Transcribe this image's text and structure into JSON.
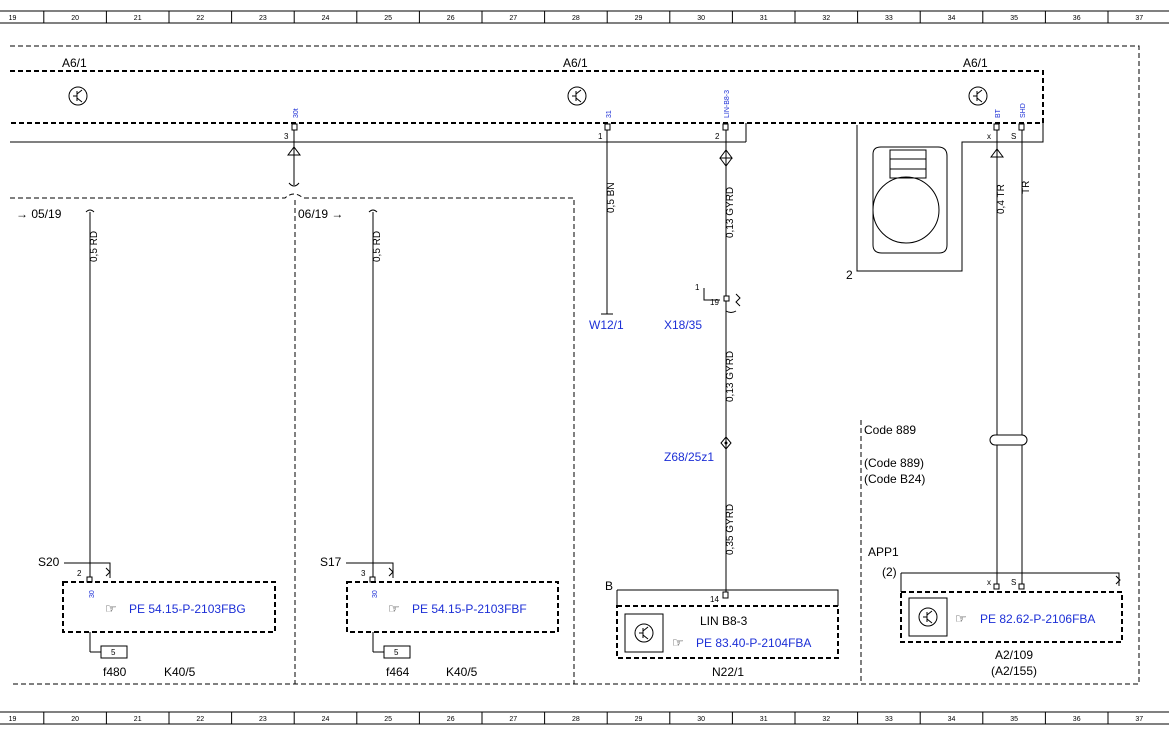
{
  "ruler": [
    "19",
    "20",
    "21",
    "22",
    "23",
    "24",
    "25",
    "26",
    "27",
    "28",
    "29",
    "30",
    "31",
    "32",
    "33",
    "34",
    "35",
    "36",
    "37"
  ],
  "modules": {
    "a61_left": "A6/1",
    "a61_mid": "A6/1",
    "a61_right": "A6/1"
  },
  "pins": {
    "p30t": "30t",
    "p31": "31",
    "plin": "LIN-B8-3",
    "pbt": "BT",
    "pshd": "SHD",
    "n3": "3",
    "n1": "1",
    "n2": "2",
    "nx": "x",
    "ns": "S",
    "box2": "2"
  },
  "wires": {
    "w_05bn": "0,5 BN",
    "w_013a": "0,13 GYRD",
    "w_013b": "0,13 GYRD",
    "w_035": "0,35 GYRD",
    "w_04tr": "0,4 TR",
    "w_tr": "TR",
    "w_rd1": "0,5 RD",
    "w_rd2": "0,5 RD"
  },
  "left": {
    "arrow1": "→ 05/19",
    "arrow2": "06/19 →",
    "s20": "S20",
    "s20_pin": "2",
    "s20_30": "30",
    "s17": "S17",
    "s17_pin": "3",
    "s17_30": "30",
    "pe1": "PE 54.15-P-2103FBG",
    "pe2": "PE 54.15-P-2103FBF",
    "fuse1_val": "5",
    "fuse2_val": "5",
    "f480": "f480",
    "f464": "f464",
    "k40a": "K40/5",
    "k40b": "K40/5"
  },
  "middle": {
    "w121": "W12/1",
    "x1835": "X18/35",
    "x1_pin": "1",
    "x19": "19",
    "z68": "Z68/25z1",
    "b": "B",
    "p14": "14",
    "lin": "LIN B8-3",
    "pe3": "PE 83.40-P-2104FBA",
    "n221": "N22/1"
  },
  "right": {
    "code889": "Code 889",
    "code889p": "(Code 889)",
    "codeb24": "(Code B24)",
    "app1": "APP1",
    "app1_2": "(2)",
    "px": "x",
    "ps": "S",
    "pe4": "PE 82.62-P-2106FBA",
    "a2109": "A2/109",
    "a2155": "(A2/155)"
  },
  "colors": {
    "link": "#1c2fd6",
    "line": "#000000"
  }
}
